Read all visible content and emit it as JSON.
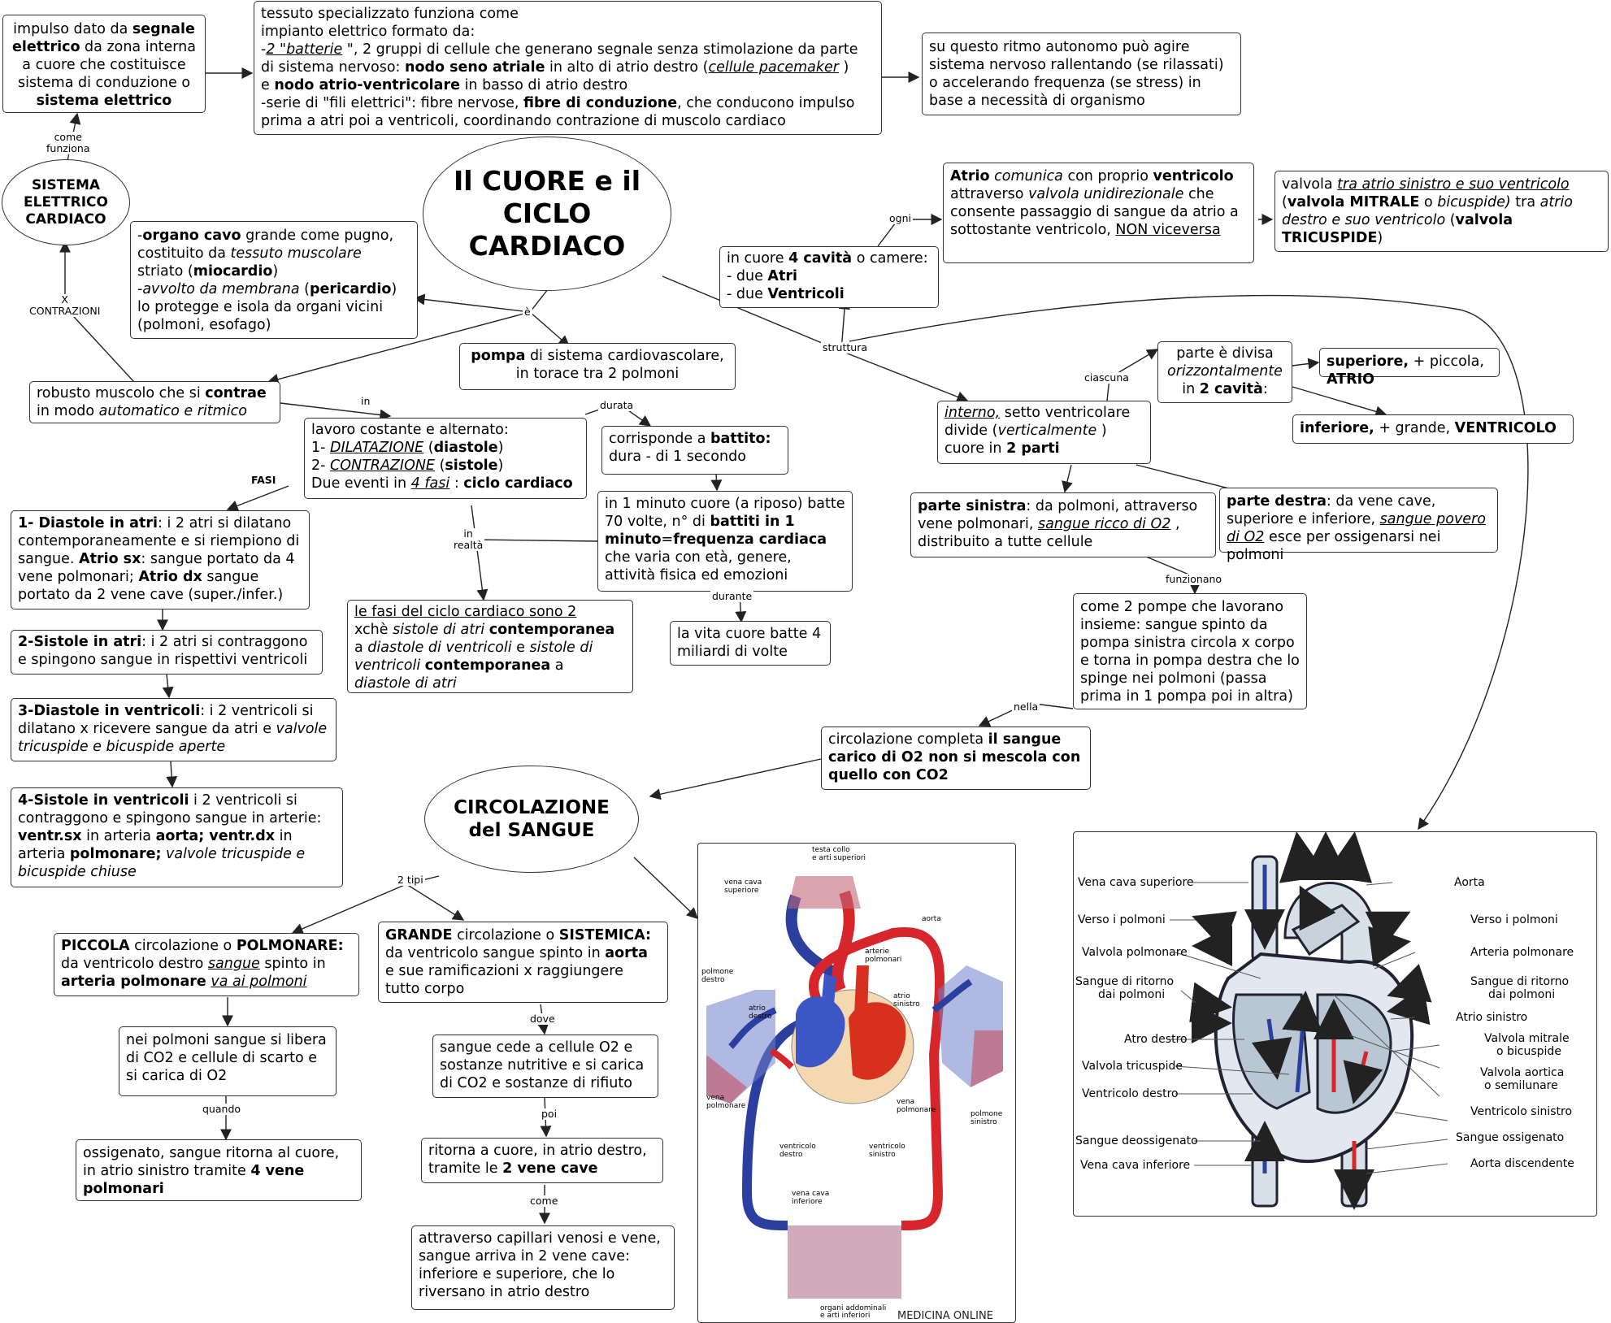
{
  "title": {
    "line1": "Il CUORE e il",
    "line2": "CICLO CARDIACO"
  },
  "sistema": {
    "line1": "SISTEMA",
    "line2": "ELETTRICO",
    "line3": "CARDIACO"
  },
  "circolazione": {
    "line1": "CIRCOLAZIONE",
    "line2": "del SANGUE"
  },
  "boxes": {
    "impulso": [
      "impulso dato da ",
      "segnale elettrico",
      " da zona interna a cuore che costituisce sistema di conduzione o ",
      "sistema elettrico"
    ],
    "tessuto": [
      "tessuto specializzato funziona come",
      "impianto elettrico formato da:",
      "-",
      "2 \"batterie",
      " \", 2 gruppi di cellule che generano segnale senza stimolazione da parte",
      " di sistema nervoso: ",
      "nodo seno atriale",
      " in alto di atrio destro (",
      "cellule pacemaker",
      " )",
      " e ",
      "nodo atrio-ventricolare",
      " in basso di atrio destro",
      "-serie di \"fili elettrici\": fibre nervose, ",
      "fibre di conduzione",
      ", che conducono impulso",
      " prima a atri poi a ventricoli, coordinando contrazione di muscolo cardiaco"
    ],
    "ritmo": "su questo ritmo autonomo può agire sistema nervoso rallentando (se rilassati) o accelerando frequenza (se stress) in base a necessità di organismo",
    "organo": [
      "-",
      "organo cavo",
      " grande come pugno,",
      " costituito da ",
      "tessuto muscolare",
      " striato (",
      "miocardio",
      ")",
      "-",
      "avvolto da membrana",
      "  (",
      "pericardio",
      ")",
      " lo protegge e isola da organi vicini",
      " (polmoni, esofago)"
    ],
    "pompa": [
      "pompa",
      " di sistema cardiovascolare,",
      "in torace tra 2 polmoni"
    ],
    "muscolo": [
      "robusto muscolo che si ",
      "contrae",
      "in modo ",
      "automatico e ritmico"
    ],
    "lavoro": [
      "lavoro costante e alternato:",
      "1- ",
      "DILATAZIONE",
      "  (",
      "diastole",
      ")",
      "2- ",
      "CONTRAZIONE",
      "  (",
      "sistole",
      ")",
      "Due eventi in ",
      "4 fasi",
      " : ",
      "ciclo cardiaco"
    ],
    "battito": [
      "corrisponde a ",
      "battito:",
      "dura - di 1 secondo"
    ],
    "minuto": [
      "in 1 minuto cuore (a riposo) batte 70 volte, n° di ",
      "battiti in 1 minuto",
      "=",
      "frequenza cardiaca",
      " che varia con età, genere, attività fisica ed emozioni"
    ],
    "vita": "la vita cuore batte 4 miliardi di volte",
    "fasi_reali": [
      "le fasi del ciclo cardiaco sono 2",
      "xchè ",
      "sistole di atri",
      "  ",
      "contemporanea",
      "a ",
      "diastole di ventricoli",
      "  e ",
      "sistole di ventricoli",
      "  ",
      "contemporanea",
      " a",
      "diastole di atri"
    ],
    "fase1": [
      "1- Diastole in atri",
      ": i 2 atri si dilatano contemporaneamente e si riempiono di sangue. ",
      "Atrio sx",
      ": sangue portato da 4 vene polmonari; ",
      "Atrio dx",
      " sangue portato da 2 vene cave (super./infer.)"
    ],
    "fase2": [
      "2-Sistole in atri",
      ": i 2 atri si contraggono e spingono sangue in rispettivi ventricoli"
    ],
    "fase3": [
      "3-Diastole in ventricoli",
      ": i 2 ventricoli si dilatano x ricevere sangue da atri e ",
      "valvole tricuspide e bicuspide aperte"
    ],
    "fase4": [
      "4-Sistole in ventricoli",
      " i 2 ventricoli si contraggono e spingono sangue in arterie: ",
      "ventr.sx",
      " in arteria ",
      "aorta; ventr.dx",
      " in arteria ",
      "polmonare;",
      " ",
      "valvole tricuspide e bicuspide chiuse"
    ],
    "cavita": [
      "in cuore ",
      "4 cavità",
      " o camere:",
      "- due ",
      "Atri",
      "- due ",
      "Ventricoli"
    ],
    "atrio_com": [
      "Atrio",
      " ",
      "comunica",
      "  con proprio ",
      "ventricolo",
      " attraverso ",
      "valvola unidirezionale",
      "  che consente passaggio di sangue da atrio a sottostante ventricolo, ",
      "NON viceversa"
    ],
    "valvola": [
      "valvola ",
      "tra atrio sinistro e suo ventricolo",
      "  (",
      "valvola MITRALE",
      " o ",
      "bicuspide)",
      " tra ",
      "atrio destro e suo ventricolo",
      " (",
      "valvola TRICUSPIDE",
      ")"
    ],
    "divisa": [
      "parte è divisa",
      "orizzontalmente",
      "in ",
      "2 cavità",
      ":"
    ],
    "superiore": [
      "superiore,",
      " + piccola, ",
      "ATRIO"
    ],
    "inferiore": [
      "inferiore,",
      " + grande, ",
      "VENTRICOLO"
    ],
    "interno": [
      "interno,",
      "  setto ventricolare divide (",
      "verticalmente",
      " ) cuore in ",
      "2 parti"
    ],
    "sinistra": [
      "parte sinistra",
      ": da polmoni, attraverso vene polmonari, ",
      "sangue ricco di O2",
      " , distribuito a tutte cellule"
    ],
    "destra": [
      "parte destra",
      ": da vene cave, superiore e inferiore, ",
      "sangue povero di O2",
      " esce per ossigenarsi nei polmoni"
    ],
    "due_pompe": "come 2 pompe che lavorano insieme: sangue spinto da pompa sinistra circola x corpo e torna in pompa destra che lo spinge nei polmoni (passa prima in 1 pompa poi in altra)",
    "completa": [
      "circolazione completa ",
      "il sangue carico di O2 non si mescola con quello con CO2"
    ],
    "piccola": [
      "PICCOLA",
      " circolazione o ",
      "POLMONARE:",
      " da ventricolo destro ",
      "sangue",
      "  spinto in ",
      "arteria polmonare",
      " ",
      "va ai polmoni"
    ],
    "polmoni": "nei polmoni sangue si libera di CO2 e cellule di scarto e si carica di O2",
    "ossigenato": [
      "ossigenato, sangue ritorna al cuore, in atrio sinistro tramite ",
      "4 vene polmonari"
    ],
    "grande": [
      "GRANDE",
      " circolazione o ",
      "SISTEMICA:",
      " da ventricolo sangue spinto in ",
      "aorta",
      " e sue ramificazioni x raggiungere tutto corpo"
    ],
    "cede": "sangue cede a cellule O2 e sostanze nutritive e si carica di CO2 e sostanze di rifiuto",
    "ritorna": [
      "ritorna a cuore, in atrio destro, tramite le ",
      "2 vene cave"
    ],
    "capillari": "attraverso capillari venosi e vene, sangue arriva in 2 vene cave: inferiore e superiore, che lo riversano in atrio destro"
  },
  "labels": {
    "come_funziona": [
      "come",
      "funziona"
    ],
    "x_contrazioni": [
      "X",
      "CONTRAZIONI"
    ],
    "e": "è",
    "in": "in",
    "durata": "durata",
    "fasi": "FASI",
    "in_realta": [
      "in",
      "realtà"
    ],
    "durante": "durante",
    "ogni": "ogni",
    "struttura": "struttura",
    "ciascuna": "ciascuna",
    "funzionano": "funzionano",
    "nella": "nella",
    "due_tipi": "2 tipi",
    "dove": "dove",
    "poi": "poi",
    "come": "come",
    "quando": "quando"
  },
  "circulation_image": {
    "labels": [
      "testa collo",
      "e arti superiori",
      "vena cava",
      "superiore",
      "aorta",
      "arterie",
      "polmonari",
      "polmone",
      "destro",
      "atrio",
      "destro",
      "atrio",
      "sinistro",
      "vena",
      "polmonare",
      "vena",
      "polmonare",
      "polmone",
      "sinistro",
      "ventricolo",
      "destro",
      "ventricolo",
      "sinistro",
      "vena cava",
      "inferiore",
      "organi addominali",
      "e arti inferiori"
    ],
    "brand": "MEDICINA ONLINE"
  },
  "heart_image": {
    "left_labels": [
      "Vena cava superiore",
      "Verso i polmoni",
      "Valvola polmonare",
      "Sangue di ritorno",
      "dai polmoni",
      "Atro destro",
      "Valvola tricuspide",
      "Ventricolo destro",
      "Sangue deossigenato",
      "Vena cava inferiore"
    ],
    "right_labels": [
      "Aorta",
      "Verso i polmoni",
      "Arteria polmonare",
      "Sangue di ritorno",
      "dai polmoni",
      "Atrio sinistro",
      "Valvola mitrale",
      "o bicuspide",
      "Valvola aortica",
      "o semilunare",
      "Ventricolo sinistro",
      "Sangue ossigenato",
      "Aorta discendente"
    ]
  },
  "colors": {
    "oxygenated": "#d6262b",
    "deoxygenated": "#2b3f9e",
    "border": "#333333"
  }
}
